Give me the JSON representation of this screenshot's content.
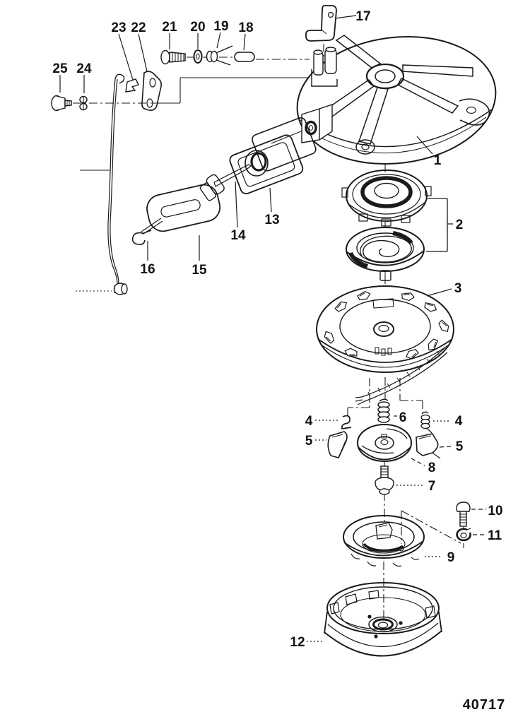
{
  "figure": {
    "drawing_number": "40717"
  },
  "callouts": {
    "c1": "1",
    "c2": "2",
    "c3": "3",
    "c4_left": "4",
    "c4_right": "4",
    "c5_left": "5",
    "c5_right": "5",
    "c6": "6",
    "c7": "7",
    "c8": "8",
    "c9": "9",
    "c10": "10",
    "c11": "11",
    "c12": "12",
    "c13": "13",
    "c14": "14",
    "c15": "15",
    "c16": "16",
    "c17": "17",
    "c18": "18",
    "c19": "19",
    "c20": "20",
    "c21": "21",
    "c22": "22",
    "c23": "23",
    "c24": "24",
    "c25": "25"
  }
}
